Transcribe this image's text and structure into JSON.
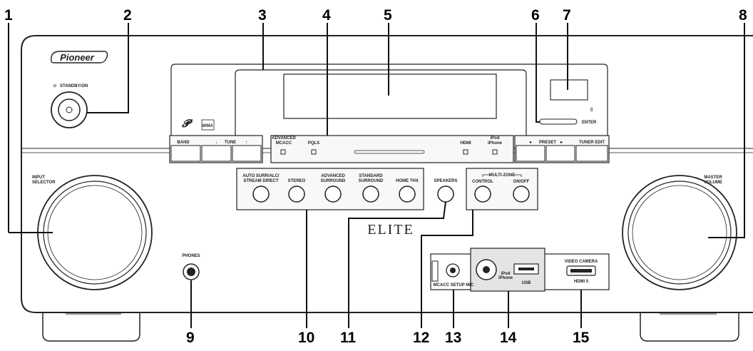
{
  "callouts": [
    "1",
    "2",
    "3",
    "4",
    "5",
    "6",
    "7",
    "8",
    "9",
    "10",
    "11",
    "12",
    "13",
    "14",
    "15"
  ],
  "brand": "Pioneer",
  "elite": "ELITE",
  "standby": "STANDBY/ON",
  "input_selector": [
    "INPUT",
    "SELECTOR"
  ],
  "master_volume": [
    "MASTER",
    "VOLUME"
  ],
  "phones": "PHONES",
  "tuner": {
    "band": "BAND",
    "tune": "TUNE",
    "preset": "PRESET",
    "tuner_edit": "TUNER EDIT",
    "enter": "ENTER"
  },
  "indicators": {
    "advanced_mcacc": [
      "ADVANCED",
      "MCACC"
    ],
    "pqls": "PQLS",
    "hdmi": "HDMI",
    "ipod_iphone": [
      "iPod",
      "iPhone"
    ]
  },
  "modes": {
    "auto_surr": [
      "AUTO SURR/ALC/",
      "STREAM DIRECT"
    ],
    "stereo": "STEREO",
    "advanced_surround": [
      "ADVANCED",
      "SURROUND"
    ],
    "standard_surround": [
      "STANDARD",
      "SURROUND"
    ],
    "home_thx": "HOME THX"
  },
  "speakers": "SPEAKERS",
  "multizone": {
    "title": "MULTI-ZONE",
    "control": "CONTROL",
    "onoff": "ON/OFF"
  },
  "front_panel": {
    "mcacc_mic": "MCACC SETUP MIC",
    "ipod_iphone": [
      "iPod",
      "iPhone"
    ],
    "usb": "USB",
    "video_camera": "VIDEO CAMERA",
    "hdmi5": "HDMI 5"
  }
}
